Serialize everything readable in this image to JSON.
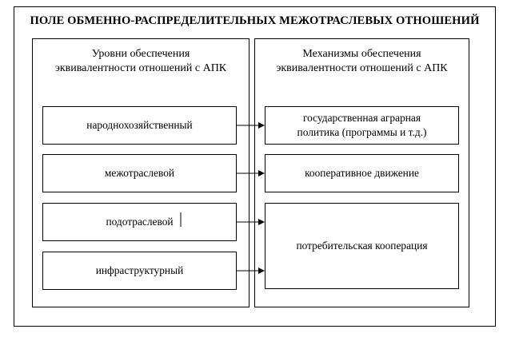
{
  "title": "ПОЛЕ ОБМЕННО-РАСПРЕДЕЛИТЕЛЬНЫХ МЕЖОТРАСЛЕВЫХ ОТНОШЕНИЙ",
  "left_column": {
    "header_line1": "Уровни обеспечения",
    "header_line2": "эквивалентности отношений с АПК",
    "levels": [
      "народнохозяйственный",
      "межотраслевой",
      "подотраслевой",
      "инфраструктурный"
    ]
  },
  "right_column": {
    "header_line1": "Механизмы обеспечения",
    "header_line2": "эквивалентности отношений с АПК",
    "mechanisms": [
      {
        "line1": "государственная аграрная",
        "line2": "политика (программы и т.д.)"
      },
      {
        "line1": "кооперативное движение"
      },
      {
        "line1": "потребительская кооперация"
      }
    ]
  }
}
